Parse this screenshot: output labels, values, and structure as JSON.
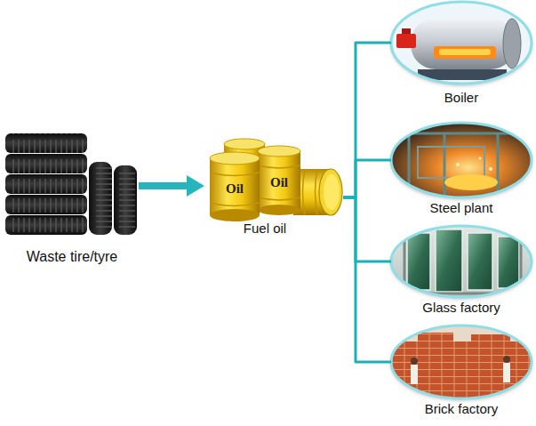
{
  "diagram": {
    "nodes": [
      {
        "text": [
          "Waste tire/tyre"
        ]
      },
      {
        "text": [
          "Fuel oil"
        ]
      },
      {
        "text": [
          "Boiler"
        ]
      },
      {
        "text": [
          "Steel plant"
        ]
      },
      {
        "text": [
          "Glass factory"
        ]
      },
      {
        "text": [
          "Brick factory"
        ]
      }
    ],
    "edges": [
      {
        "from": 0,
        "to": 1,
        "arrow": "to"
      },
      {
        "from": 1,
        "to": 2,
        "arrow": "none"
      },
      {
        "from": 1,
        "to": 3,
        "arrow": "none"
      },
      {
        "from": 1,
        "to": 4,
        "arrow": "none"
      },
      {
        "from": 1,
        "to": 5,
        "arrow": "none"
      }
    ],
    "labels": [
      "Oil",
      "Oil"
    ]
  }
}
